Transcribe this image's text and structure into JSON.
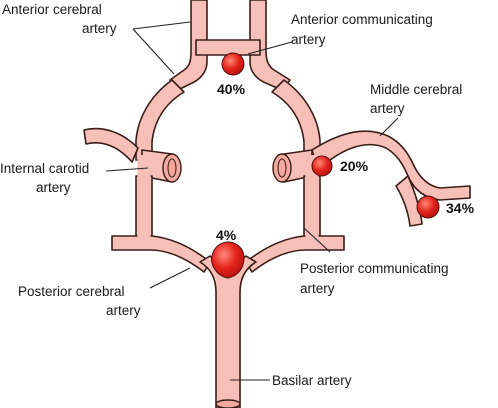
{
  "colors": {
    "vessel": "#f6c0b8",
    "outline": "#3b1d18",
    "aneurysm": "#e0201b",
    "aneurysm_highlight": "#ff7a6a"
  },
  "labels": {
    "anterior_cerebral_1": "Anterior cerebral",
    "anterior_cerebral_2": "artery",
    "anterior_communicating_1": "Anterior communicating",
    "anterior_communicating_2": "artery",
    "middle_cerebral_1": "Middle cerebral",
    "middle_cerebral_2": "artery",
    "internal_carotid_1": "Internal carotid",
    "internal_carotid_2": "artery",
    "posterior_cerebral_1": "Posterior cerebral",
    "posterior_cerebral_2": "artery",
    "posterior_communicating_1": "Posterior communicating",
    "posterior_communicating_2": "artery",
    "basilar": "Basilar artery"
  },
  "aneurysms": {
    "anterior_communicating": "40%",
    "middle_cerebral_origin": "20%",
    "middle_cerebral_distal": "34%",
    "basilar_tip": "4%"
  }
}
